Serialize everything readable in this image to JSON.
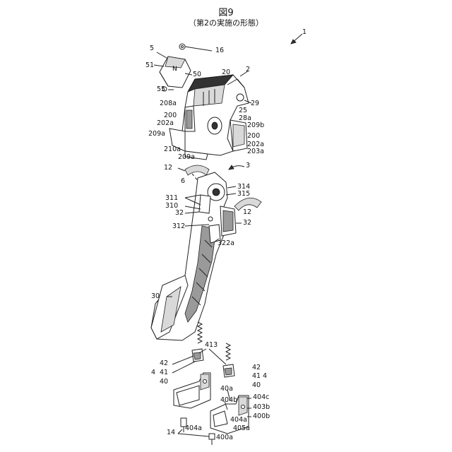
{
  "figure": {
    "title": "図9",
    "subtitle": "（第2の実施の形態）"
  },
  "labels": {
    "l1": "1",
    "l5": "5",
    "l16": "16",
    "l51": "51",
    "l50": "50",
    "l2": "2",
    "l20": "20",
    "l55": "55",
    "l29": "29",
    "l208a": "208a",
    "l25": "25",
    "l28a": "28a",
    "l200a": "200",
    "l202a_left": "202a",
    "l209b": "209b",
    "l209a_left": "209a",
    "l200b": "200",
    "l202a_right": "202a",
    "l210a": "210a",
    "l203a": "203a",
    "l209a_bottom": "209a",
    "l12a": "12",
    "l3": "3",
    "l6": "6",
    "l314": "314",
    "l315": "315",
    "l311": "311",
    "l310": "310",
    "l12b": "12",
    "l32a": "32",
    "l312": "312",
    "l32b": "32",
    "l322a": "322a",
    "l30": "30",
    "l413": "413",
    "l42a": "42",
    "l41a": "41",
    "l40a": "40",
    "l4a": "4",
    "l42b": "42",
    "l41b": "41",
    "l40b": "40",
    "l4b": "4",
    "l40a_sub": "40a",
    "l404c": "404c",
    "l404b": "404b",
    "l403b": "403b",
    "l400b": "400b",
    "l404a_right": "404a",
    "l405a": "405a",
    "l14": "14",
    "l404a_left": "404a",
    "l400a": "400a"
  }
}
